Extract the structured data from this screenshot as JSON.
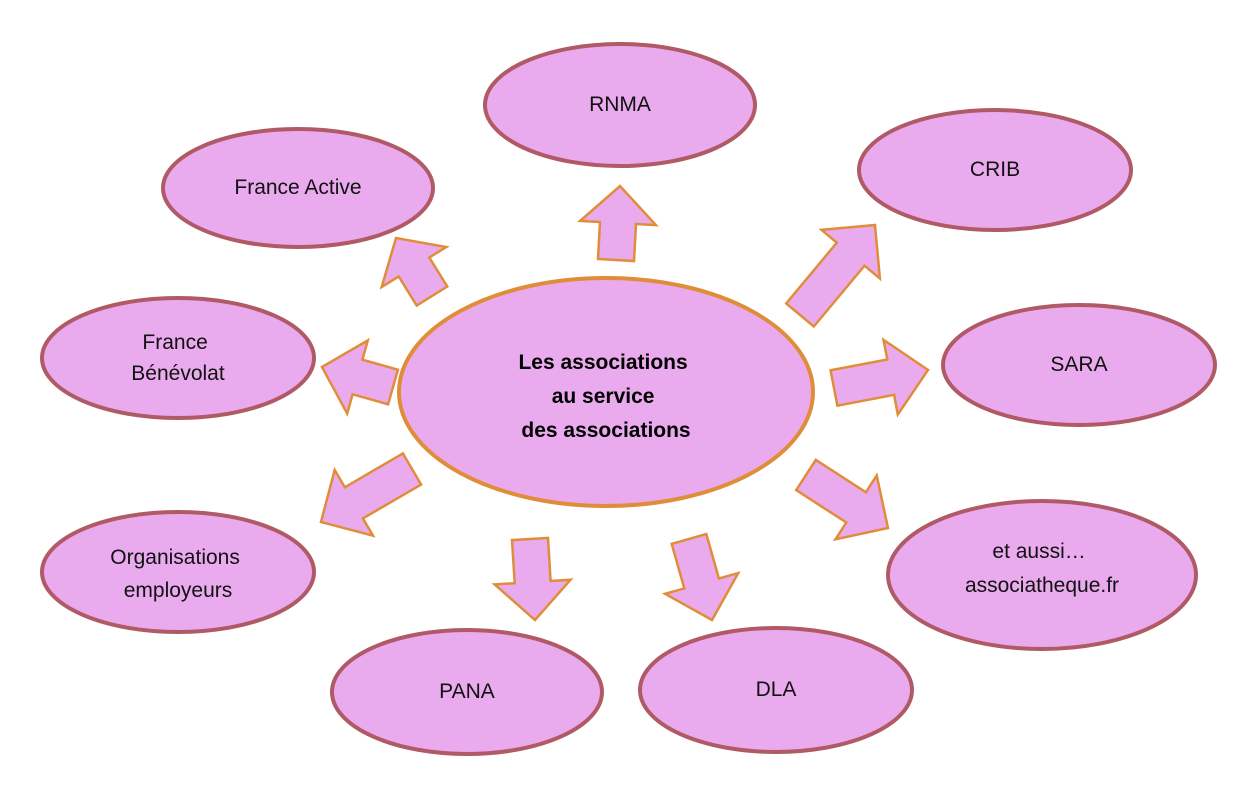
{
  "colors": {
    "node_fill": "#eaaaee",
    "node_stroke": "#b05a66",
    "center_stroke": "#e08d3a",
    "arrow_fill": "#eaaaee",
    "arrow_stroke": "#e08d3a"
  },
  "center": {
    "lines": [
      "Les associations",
      "au service",
      "des associations"
    ]
  },
  "nodes": {
    "rnma": {
      "lines": [
        "RNMA"
      ]
    },
    "crib": {
      "lines": [
        "CRIB"
      ]
    },
    "france_active": {
      "lines": [
        "France Active"
      ]
    },
    "france_benevolat": {
      "lines": [
        "France",
        "Bénévolat"
      ]
    },
    "sara": {
      "lines": [
        "SARA"
      ]
    },
    "organisations_employeurs": {
      "lines": [
        "Organisations",
        "employeurs"
      ]
    },
    "associatheque": {
      "lines": [
        "et aussi…",
        "associatheque.fr"
      ]
    },
    "pana": {
      "lines": [
        "PANA"
      ]
    },
    "dla": {
      "lines": [
        "DLA"
      ]
    }
  }
}
